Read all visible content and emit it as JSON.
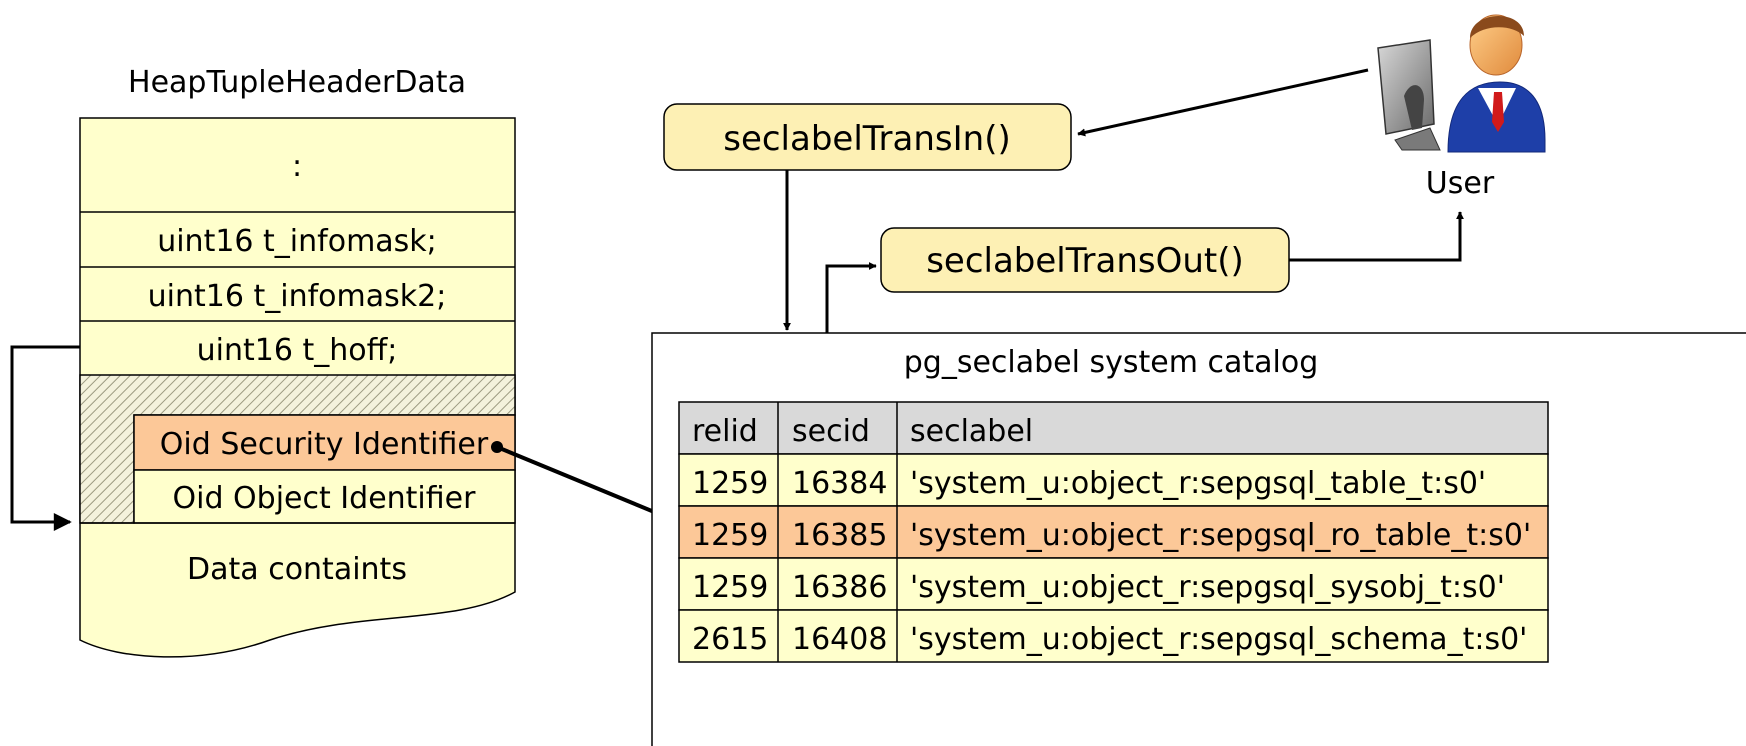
{
  "heap_tuple": {
    "title": "HeapTupleHeaderData",
    "rows": [
      ":",
      "uint16 t_infomask;",
      "uint16 t_infomask2;",
      "uint16 t_hoff;"
    ],
    "security_field": "Oid Security Identifier",
    "object_field": "Oid Object Identifier",
    "data_label": "Data containts"
  },
  "functions": {
    "trans_in": "seclabelTransIn()",
    "trans_out": "seclabelTransOut()"
  },
  "user": {
    "label": "User",
    "icon": "user-at-computer-icon"
  },
  "catalog": {
    "title": "pg_seclabel system catalog",
    "columns": [
      "relid",
      "secid",
      "seclabel"
    ],
    "rows": [
      {
        "relid": "1259",
        "secid": "16384",
        "seclabel": "'system_u:object_r:sepgsql_table_t:s0'",
        "highlighted": false
      },
      {
        "relid": "1259",
        "secid": "16385",
        "seclabel": "'system_u:object_r:sepgsql_ro_table_t:s0'",
        "highlighted": true
      },
      {
        "relid": "1259",
        "secid": "16386",
        "seclabel": "'system_u:object_r:sepgsql_sysobj_t:s0'",
        "highlighted": false
      },
      {
        "relid": "2615",
        "secid": "16408",
        "seclabel": "'system_u:object_r:sepgsql_schema_t:s0'",
        "highlighted": false
      }
    ]
  },
  "colors": {
    "pale_yellow": "#ffffcc",
    "highlight_orange": "#fcc898",
    "function_box": "#fdf0b4",
    "header_gray": "#d9d9d9",
    "hatch": "#9c9a80"
  }
}
